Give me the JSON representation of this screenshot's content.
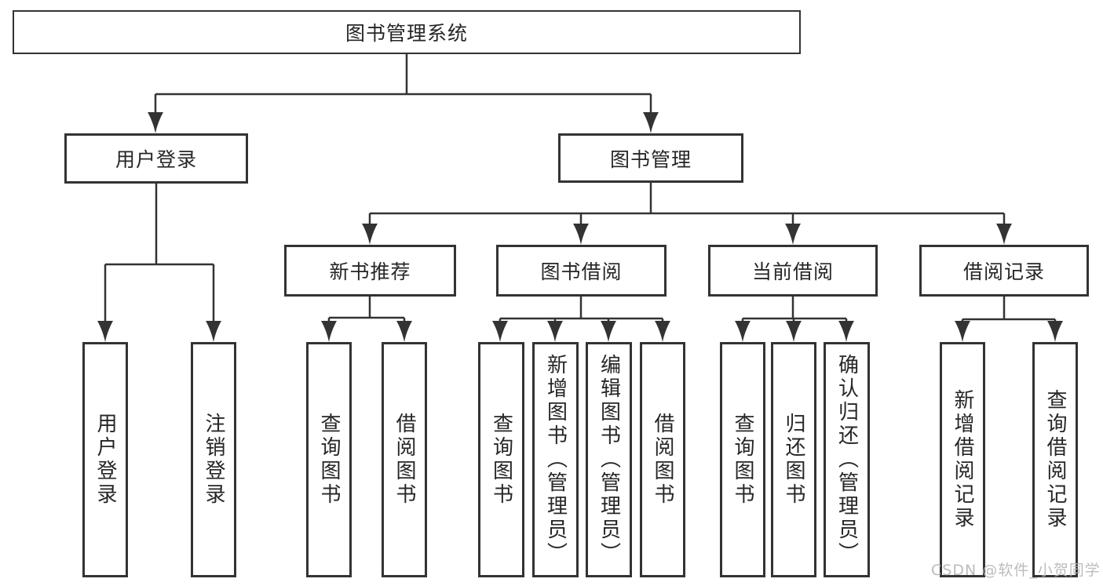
{
  "diagram_title": "图书管理系统",
  "colors": {
    "line": "#333333",
    "text": "#262626",
    "watermark": "#b5b5b5",
    "background": "#ffffff"
  },
  "watermark": "CSDN @软件_小贺同学",
  "tree": {
    "label": "图书管理系统",
    "children": [
      {
        "label": "用户登录",
        "children": [
          {
            "label": "用户登录"
          },
          {
            "label": "注销登录"
          }
        ]
      },
      {
        "label": "图书管理",
        "children": [
          {
            "label": "新书推荐",
            "children": [
              {
                "label": "查询图书"
              },
              {
                "label": "借阅图书"
              }
            ]
          },
          {
            "label": "图书借阅",
            "children": [
              {
                "label": "查询图书"
              },
              {
                "label": "新增图书（管理员）"
              },
              {
                "label": "编辑图书（管理员）"
              },
              {
                "label": "借阅图书"
              }
            ]
          },
          {
            "label": "当前借阅",
            "children": [
              {
                "label": "查询图书"
              },
              {
                "label": "归还图书"
              },
              {
                "label": "确认归还（管理员）"
              }
            ]
          },
          {
            "label": "借阅记录",
            "children": [
              {
                "label": "新增借阅记录"
              },
              {
                "label": "查询借阅记录"
              }
            ]
          }
        ]
      }
    ]
  }
}
